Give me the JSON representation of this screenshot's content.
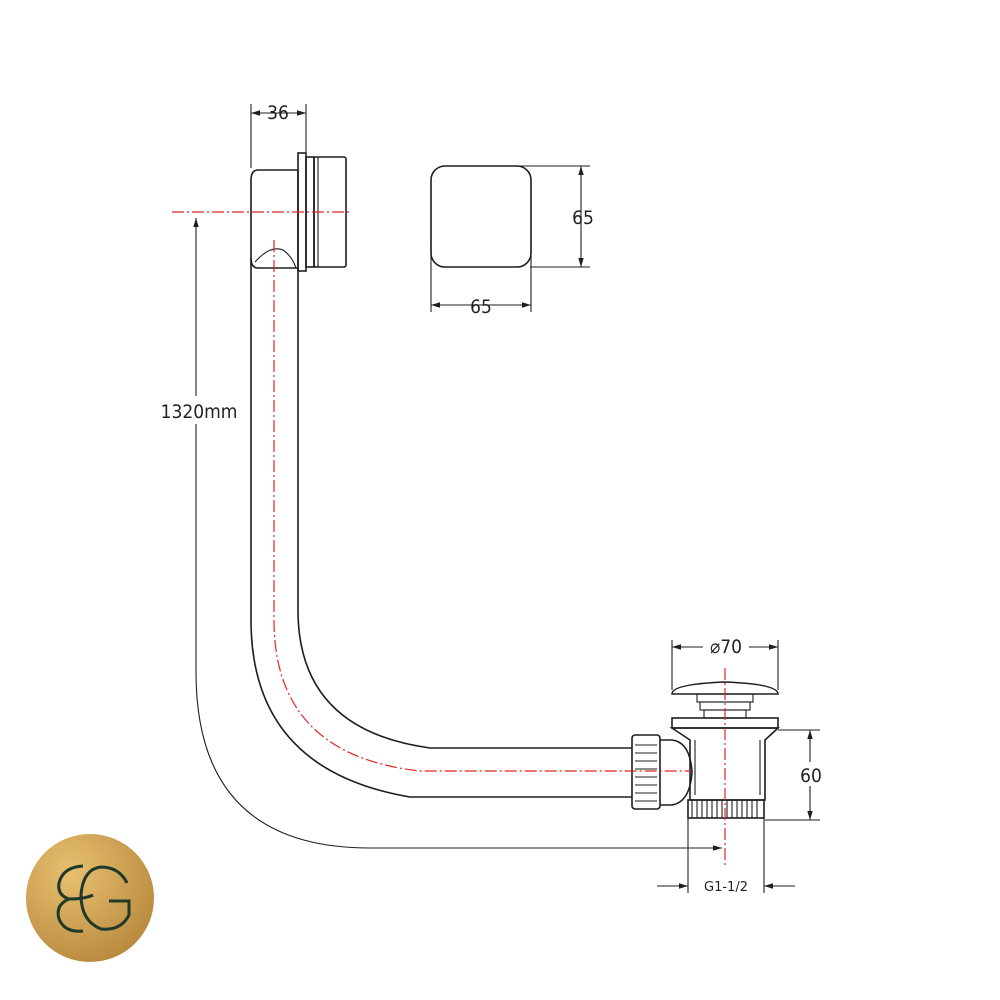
{
  "diagram": {
    "centerline_color": "#e02424",
    "line_color": "#1e1e1e",
    "dimensions": {
      "overflow_depth": "36",
      "plate_height": "65",
      "plate_width": "65",
      "pipe_length": "1320mm",
      "waste_diameter": "⌀70",
      "waste_height": "60",
      "thread_size": "G1-1/2"
    }
  },
  "logo": {
    "name": "brand-logo",
    "gradient": [
      "#e8c070",
      "#b98a3e"
    ],
    "mark_color": "#1f3a2a"
  }
}
